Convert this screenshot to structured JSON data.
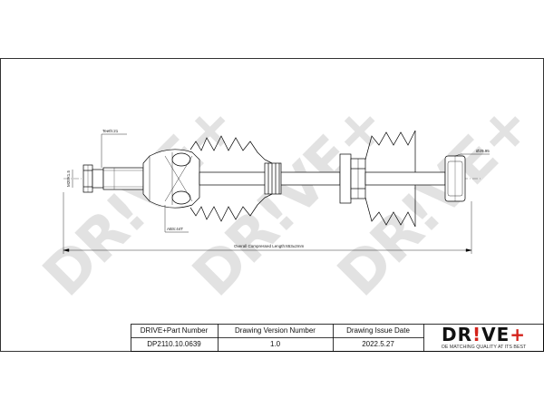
{
  "watermark": "DR!VE+",
  "annotations": {
    "teeth": "Teeth:21",
    "abs": "ABS:44T",
    "spline_dia": "M20X1.5",
    "right_dia": "Ø29.95",
    "overall_length": "Overall  Compressed  Length:653±2mm"
  },
  "title_block": {
    "part_number_label": "DRIVE+Part Number",
    "part_number_value": "DP2110.10.0639",
    "version_label": "Drawing Version Number",
    "version_value": "1.0",
    "issue_date_label": "Drawing Issue Date",
    "issue_date_value": "2022.5.27"
  },
  "logo": {
    "text": "DR!VE+",
    "tagline": "OE MATCHING QUALITY AT ITS BEST",
    "color_main": "#111111",
    "color_accent": "#d4221b"
  }
}
